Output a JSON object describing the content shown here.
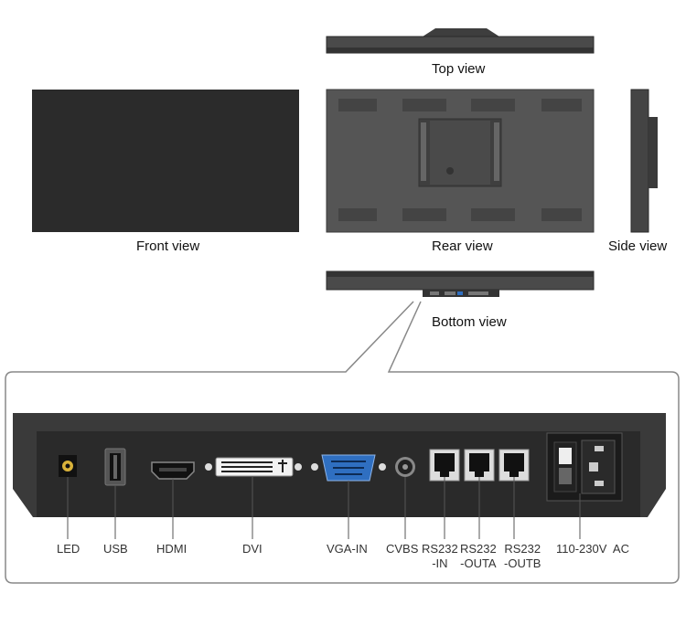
{
  "views": {
    "top": "Top view",
    "front": "Front view",
    "rear": "Rear view",
    "side": "Side view",
    "bottom": "Bottom view"
  },
  "ports": {
    "led": "LED",
    "usb": "USB",
    "hdmi": "HDMI",
    "dvi": "DVI",
    "vga": "VGA-IN",
    "cvbs": "CVBS",
    "rs232_in_1": "RS232",
    "rs232_in_2": "-IN",
    "rs232_outa_1": "RS232",
    "rs232_outa_2": "-OUTA",
    "rs232_outb_1": "RS232",
    "rs232_outb_2": "-OUTB",
    "ac": "110-230V  AC"
  },
  "colors": {
    "panel": "#2b2b2b",
    "chassis": "#4a4a4a",
    "vga_blue": "#2f6fc1"
  }
}
